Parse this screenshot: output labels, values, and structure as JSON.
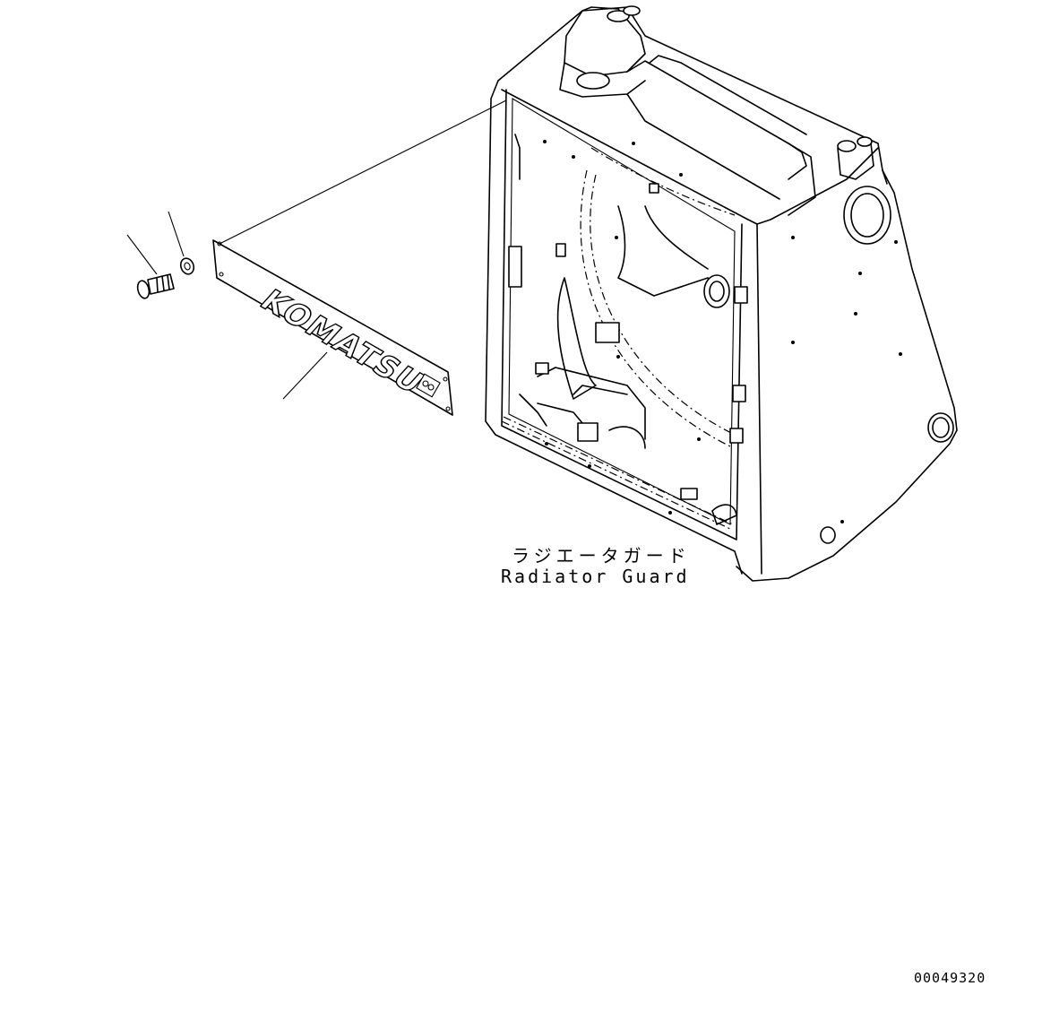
{
  "part_label_jp": "ラジエータガード",
  "part_label_en": "Radiator Guard",
  "drawing_number": "00049320",
  "plate_logo": "KOMATSU",
  "line_color": "#000000",
  "background_color": "#ffffff"
}
